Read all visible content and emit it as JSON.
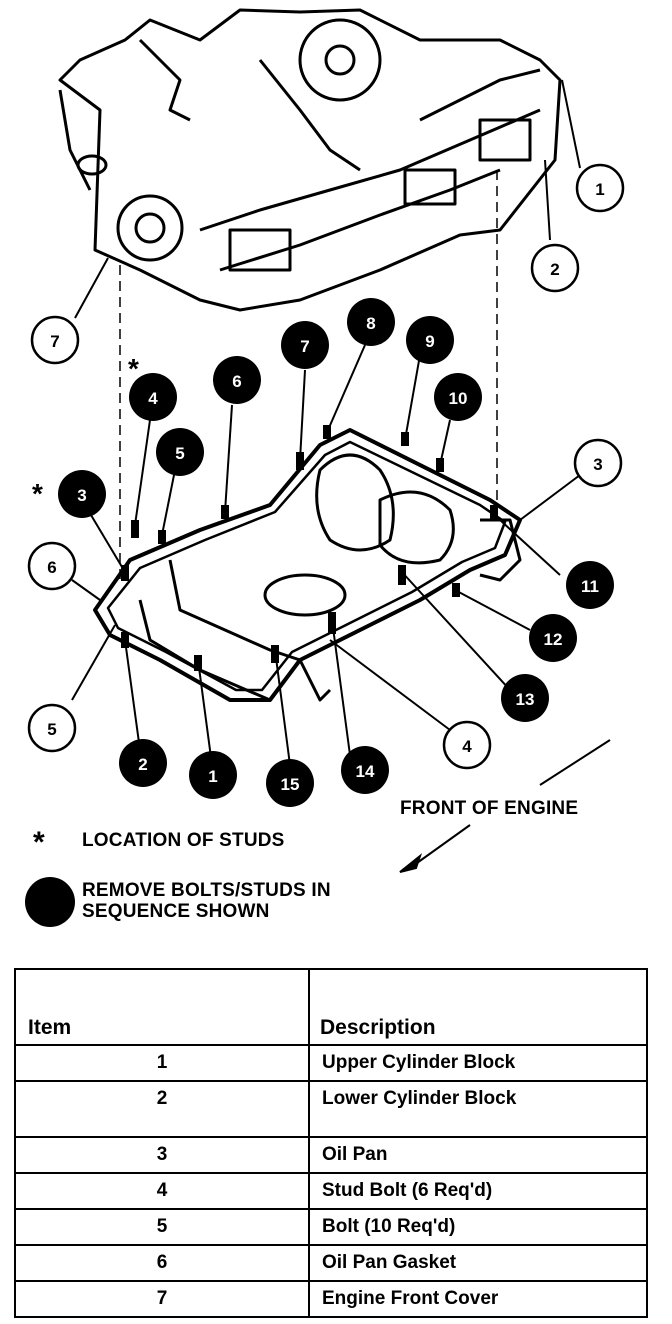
{
  "diagram": {
    "front_label": "FRONT OF ENGINE",
    "studs_marker": "*",
    "studs_label": "LOCATION OF STUDS",
    "sequence_label_line1": "REMOVE BOLTS/STUDS IN",
    "sequence_label_line2": "SEQUENCE SHOWN",
    "item_callouts": [
      "1",
      "2",
      "3",
      "4",
      "5",
      "6",
      "7"
    ],
    "sequence_callouts": [
      "1",
      "2",
      "3",
      "4",
      "5",
      "6",
      "7",
      "8",
      "9",
      "10",
      "11",
      "12",
      "13",
      "14",
      "15"
    ]
  },
  "table": {
    "headers": [
      "Item",
      "Description"
    ],
    "rows": [
      {
        "item": "1",
        "description": "Upper Cylinder Block"
      },
      {
        "item": "2",
        "description": "Lower Cylinder Block"
      },
      {
        "item": "3",
        "description": "Oil Pan"
      },
      {
        "item": "4",
        "description": "Stud Bolt (6 Req'd)"
      },
      {
        "item": "5",
        "description": "Bolt (10 Req'd)"
      },
      {
        "item": "6",
        "description": "Oil Pan Gasket"
      },
      {
        "item": "7",
        "description": "Engine Front Cover"
      }
    ]
  }
}
